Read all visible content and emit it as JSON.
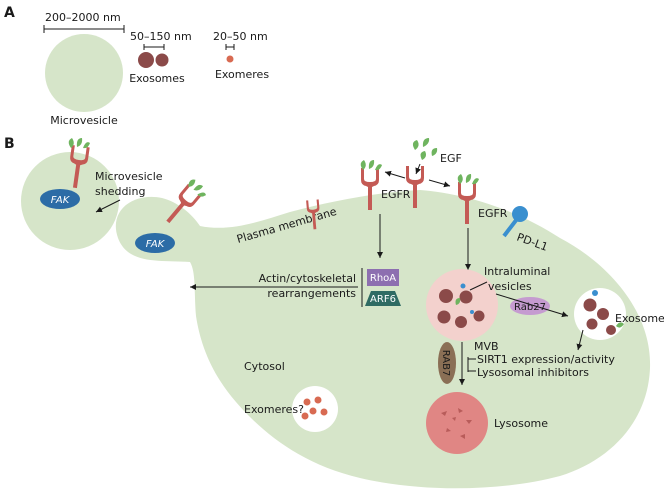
{
  "colors": {
    "cell": "#d6e5c9",
    "particle": "#8b4a49",
    "exomere": "#d86a52",
    "fak": "#2c6ca6",
    "receptor": "#c45a55",
    "egf": "#6fb45f",
    "mvb": "#f3d1cd",
    "lysosome": "#e08684",
    "rhoa": "#8d6fb0",
    "arf6": "#2f6b63",
    "rab27": "#c59bd0",
    "rab7": "#8a6f55",
    "pdl1": "#3a8fcf"
  },
  "panel_a": {
    "label": "A",
    "microvesicle_size": "200–2000 nm",
    "microvesicle_label": "Microvesicle",
    "exosome_size": "50–150 nm",
    "exosome_label": "Exosomes",
    "exomere_size": "20–50 nm",
    "exomere_label": "Exomeres"
  },
  "panel_b": {
    "label": "B",
    "microvesicle_shedding": [
      "Microvesicle",
      "shedding"
    ],
    "fak": "FAK",
    "plasma_membrane": "Plasma membrane",
    "egf": "EGF",
    "egfr": "EGFR",
    "pdl1": "PD-L1",
    "actin": [
      "Actin/cytoskeletal",
      "rearrangements"
    ],
    "rhoa": "RhoA",
    "arf6": "ARF6",
    "intraluminal": [
      "Intraluminal",
      "vesicles"
    ],
    "rab27": "Rab27",
    "exosomes": "Exosomes",
    "mvb": "MVB",
    "rab7": "RAB7",
    "sirt1": "SIRT1 expression/activity",
    "lysosomal_inhibitors": "Lysosomal inhibitors",
    "cytosol": "Cytosol",
    "exomeres_q": "Exomeres?",
    "lysosome": "Lysosome"
  }
}
